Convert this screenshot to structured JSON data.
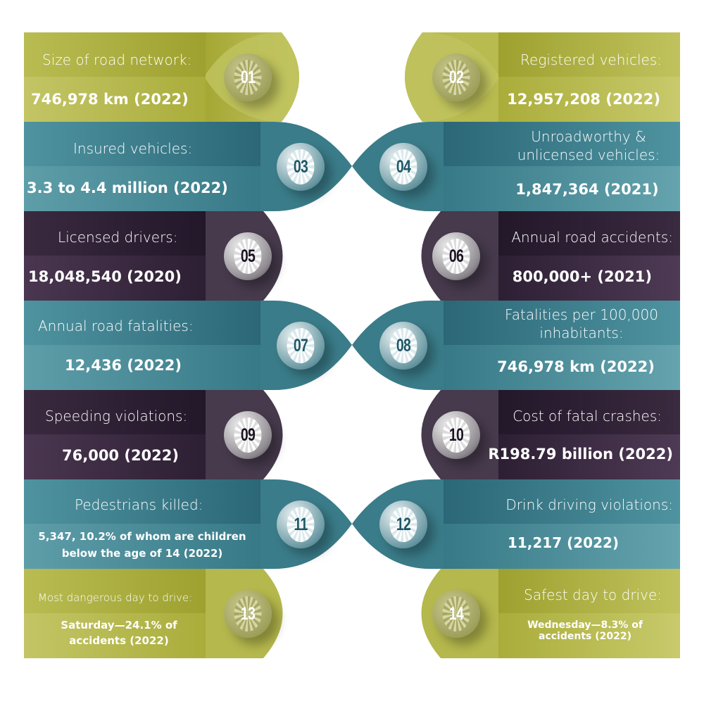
{
  "colors": {
    "olive": "#a9ac3c",
    "teal": "#3c7e8b",
    "plum": "#2f2135",
    "text": "#ffffff",
    "badge_teal_text": "#1e5766",
    "badge_plum_text": "#1b1320"
  },
  "items": [
    {
      "num": "01",
      "label": "Size of road network:",
      "value": "746,978 km (2022)",
      "side": "left",
      "theme": "olive"
    },
    {
      "num": "02",
      "label": "Registered vehicles:",
      "value": "12,957,208 (2022)",
      "side": "right",
      "theme": "olive"
    },
    {
      "num": "03",
      "label": "Insured vehicles:",
      "value": "3.3 to 4.4 million (2022)",
      "side": "left",
      "theme": "teal"
    },
    {
      "num": "04",
      "label": "Unroadworthy & unlicensed vehicles:",
      "label_lines": [
        "Unroadworthy &",
        "unlicensed vehicles:"
      ],
      "value": "1,847,364 (2021)",
      "side": "right",
      "theme": "teal"
    },
    {
      "num": "05",
      "label": "Licensed drivers:",
      "value": "18,048,540 (2020)",
      "side": "left",
      "theme": "plum"
    },
    {
      "num": "06",
      "label": "Annual road accidents:",
      "value": "800,000+ (2021)",
      "side": "right",
      "theme": "plum"
    },
    {
      "num": "07",
      "label": "Annual road fatalities:",
      "value": "12,436 (2022)",
      "side": "left",
      "theme": "teal"
    },
    {
      "num": "08",
      "label": "Fatalities per 100,000 inhabitants:",
      "label_lines": [
        "Fatalities per 100,000",
        "inhabitants:"
      ],
      "value": "746,978 km (2022)",
      "side": "right",
      "theme": "teal"
    },
    {
      "num": "09",
      "label": "Speeding violations:",
      "value": "76,000 (2022)",
      "side": "left",
      "theme": "plum"
    },
    {
      "num": "10",
      "label": "Cost of fatal crashes:",
      "value": "R198.79 billion (2022)",
      "side": "right",
      "theme": "plum"
    },
    {
      "num": "11",
      "label": "Pedestrians killed:",
      "value": "5,347, 10.2% of whom are children below the age of 14 (2022)",
      "value_lines": [
        "5,347, 10.2% of whom are children",
        "below the age of 14 (2022)"
      ],
      "side": "left",
      "theme": "teal"
    },
    {
      "num": "12",
      "label": "Drink driving violations:",
      "value": "11,217 (2022)",
      "side": "right",
      "theme": "teal"
    },
    {
      "num": "13",
      "label": "Most dangerous day to drive:",
      "value": "Saturday—24.1% of accidents (2022)",
      "value_lines": [
        "Saturday—24.1% of",
        "accidents (2022)"
      ],
      "side": "left",
      "theme": "olive"
    },
    {
      "num": "14",
      "label": "Safest day to drive:",
      "value": "Wednesday—8.3% of accidents (2022)",
      "value_lines": [
        "Wednesday—8.3% of",
        "accidents (2022)"
      ],
      "side": "right",
      "theme": "olive"
    }
  ]
}
